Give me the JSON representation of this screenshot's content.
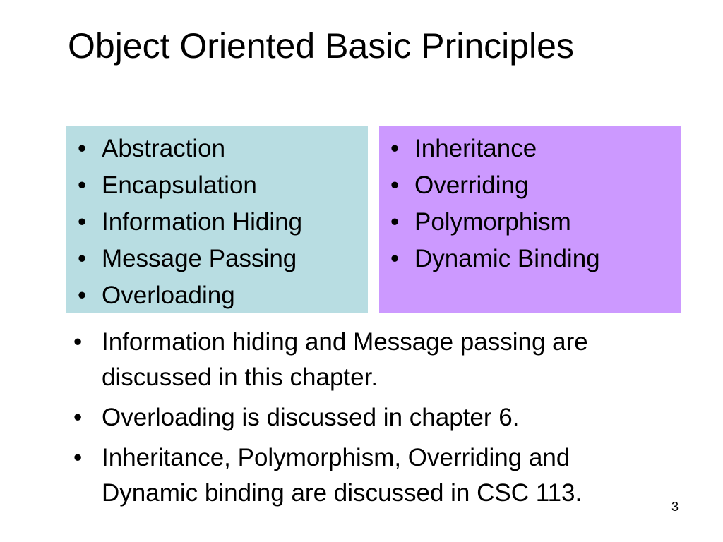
{
  "slide": {
    "title": "Object Oriented Basic Principles",
    "bullet_glyph": "•",
    "left_box": {
      "color": "#b8dde2",
      "items": [
        "Abstraction",
        "Encapsulation",
        "Information Hiding",
        "Message Passing",
        "Overloading"
      ]
    },
    "right_box": {
      "color": "#cc99ff",
      "items": [
        "Inheritance",
        "Overriding",
        "Polymorphism",
        "Dynamic Binding"
      ]
    },
    "notes": [
      "Information hiding and Message passing are discussed in this chapter.",
      "Overloading is discussed in chapter 6.",
      "Inheritance, Polymorphism, Overriding and Dynamic binding are discussed in CSC 113."
    ],
    "page_number": "3"
  }
}
